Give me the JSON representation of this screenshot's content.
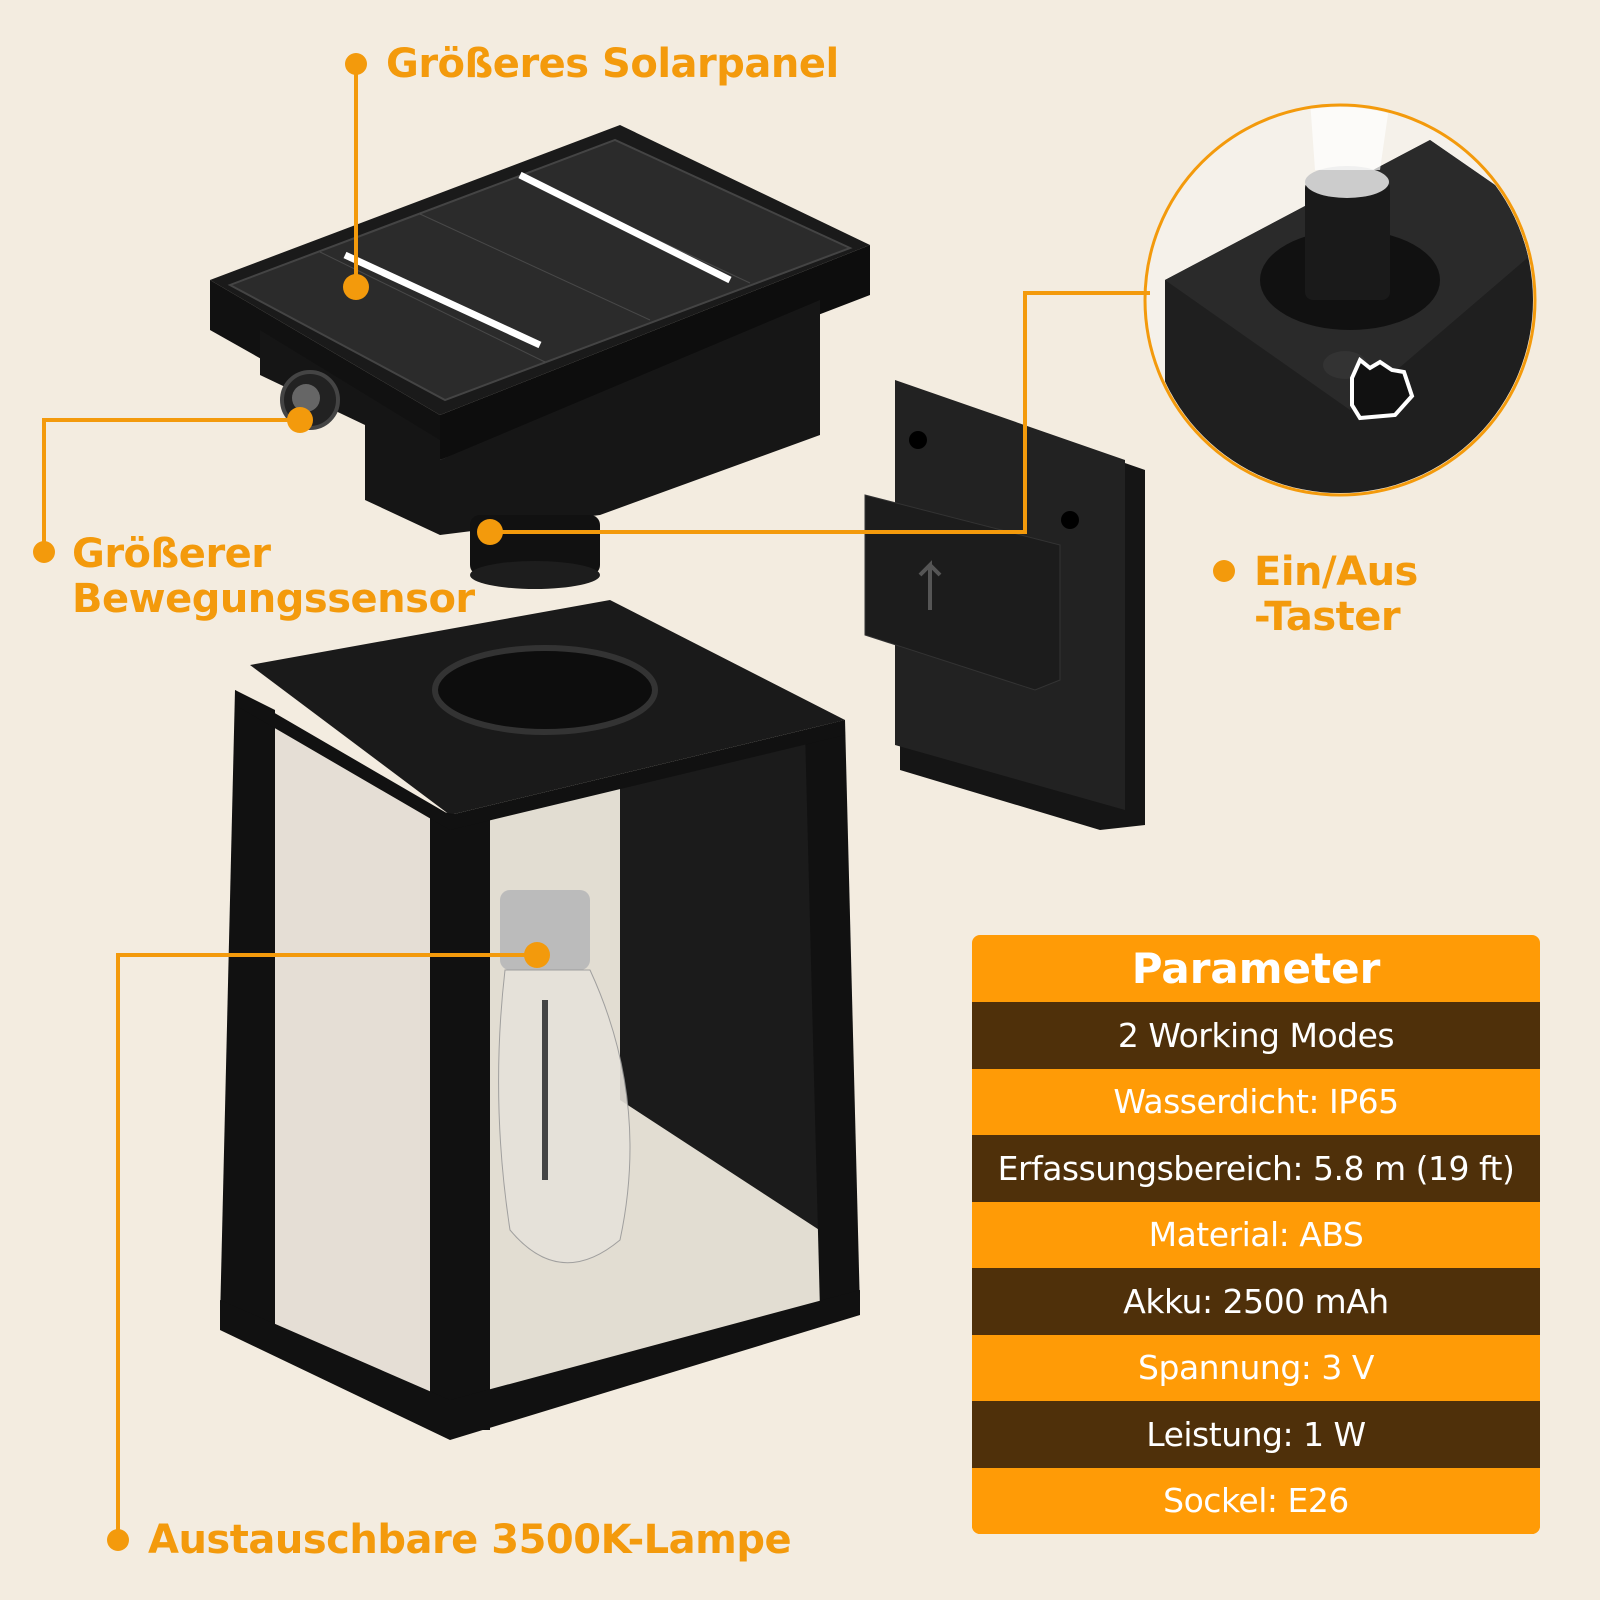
{
  "labels": {
    "solar_panel": "Größeres Solarpanel",
    "motion_sensor_line1": "Größerer",
    "motion_sensor_line2": "Bewegungssensor",
    "switch_line1": "Ein/Aus",
    "switch_line2": "-Taster",
    "lamp": "Austauschbare 3500K-Lampe"
  },
  "parameters": {
    "title": "Parameter",
    "rows": [
      "2 Working Modes",
      "Wasserdicht: IP65",
      "Erfassungsbereich: 5.8 m (19 ft)",
      "Material: ABS",
      "Akku: 2500 mAh",
      "Spannung: 3 V",
      "Leistung: 1 W",
      "Sockel: E26"
    ]
  },
  "colors": {
    "accent": "#f39a0c",
    "table_light": "#ff9b06",
    "table_dark": "#4f300a",
    "background": "#f3ece0"
  }
}
